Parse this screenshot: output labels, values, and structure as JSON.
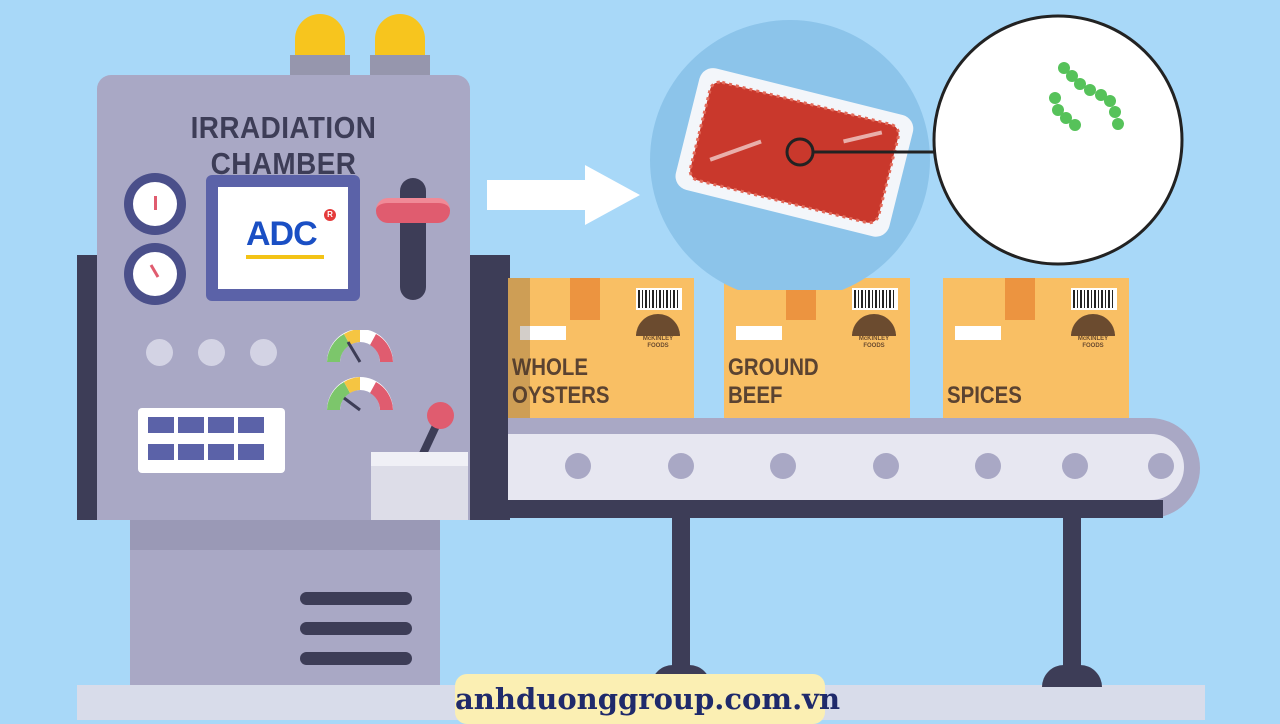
{
  "machine": {
    "title": "IRRADIATION CHAMBER",
    "screen_logo": "ADC",
    "logo_mark": "R"
  },
  "boxes": [
    {
      "line1": "WHOLE",
      "line2": "OYSTERS",
      "brand1": "McKINLEY",
      "brand2": "FOODS"
    },
    {
      "line1": "GROUND",
      "line2": "BEEF",
      "brand1": "McKINLEY",
      "brand2": "FOODS"
    },
    {
      "line1": "",
      "line2": "SPICES",
      "brand1": "McKINLEY",
      "brand2": "FOODS"
    }
  ],
  "footer": {
    "website": "anhduonggroup.com.vn"
  },
  "colors": {
    "background": "#a8d8f8",
    "machine": "#a9a8c5",
    "dark": "#3d3d57",
    "box": "#f9bf64",
    "accent": "#e05c6f"
  }
}
